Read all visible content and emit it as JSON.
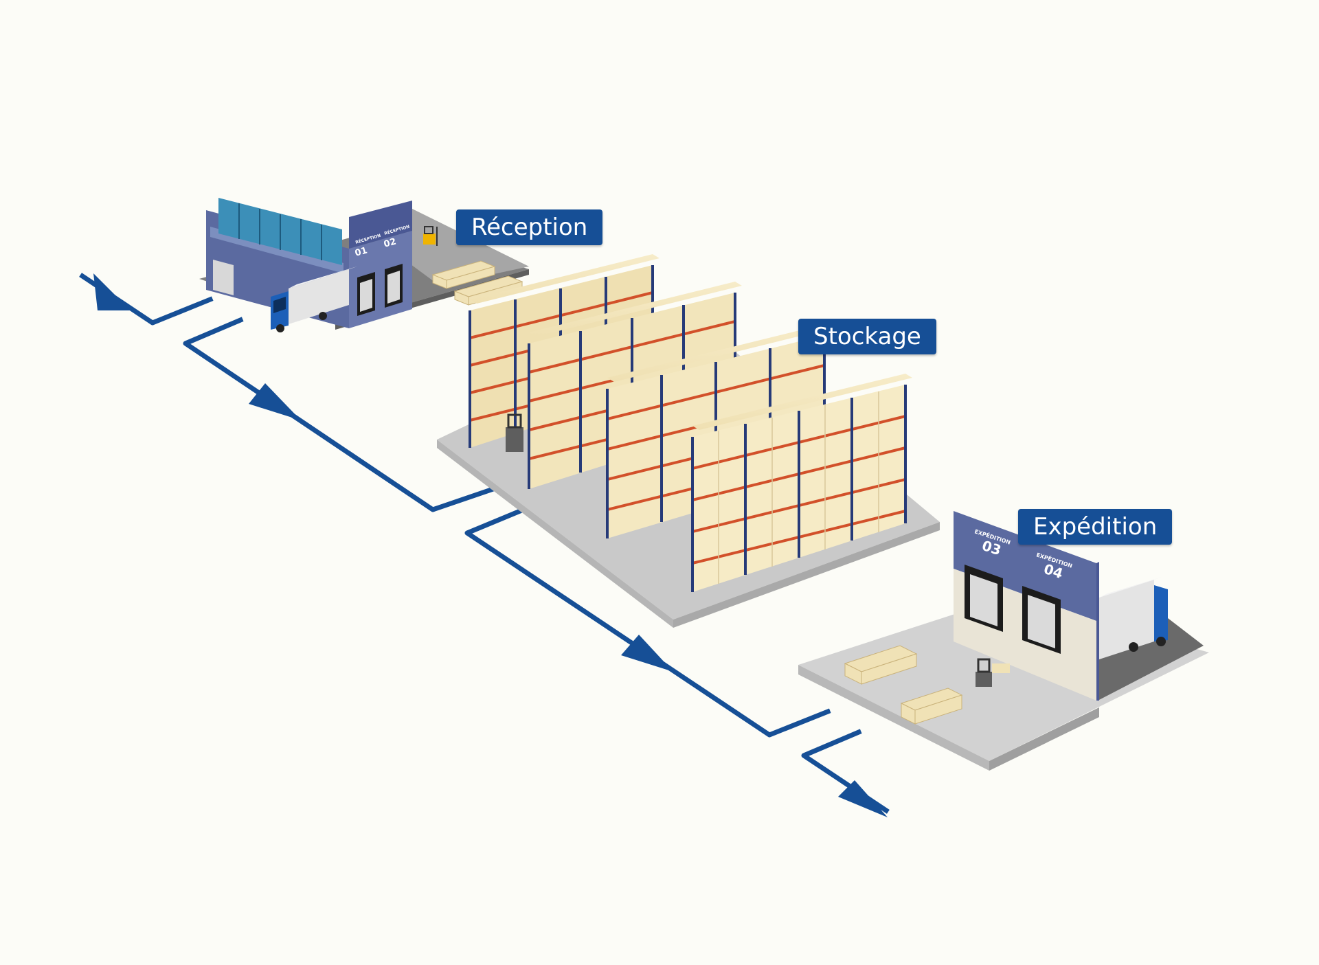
{
  "zones": {
    "reception": {
      "label": "Réception",
      "doors": [
        {
          "caption": "RÉCEPTION",
          "number": "01"
        },
        {
          "caption": "RÉCEPTION",
          "number": "02"
        }
      ]
    },
    "stockage": {
      "label": "Stockage"
    },
    "expedition": {
      "label": "Expédition",
      "doors": [
        {
          "caption": "EXPÉDITION",
          "number": "03"
        },
        {
          "caption": "EXPÉDITION",
          "number": "04"
        }
      ]
    }
  },
  "colors": {
    "label_background": "#164f96",
    "label_text": "#ffffff",
    "flow_arrow": "#164f96",
    "rack_upright": "#263a78",
    "rack_beam": "#d2502a",
    "pallet_load": "#f0e2b6",
    "floor": "#c9c9c9",
    "building_facade": "#5b6aa0",
    "truck_cab": "#1c5fb8"
  }
}
